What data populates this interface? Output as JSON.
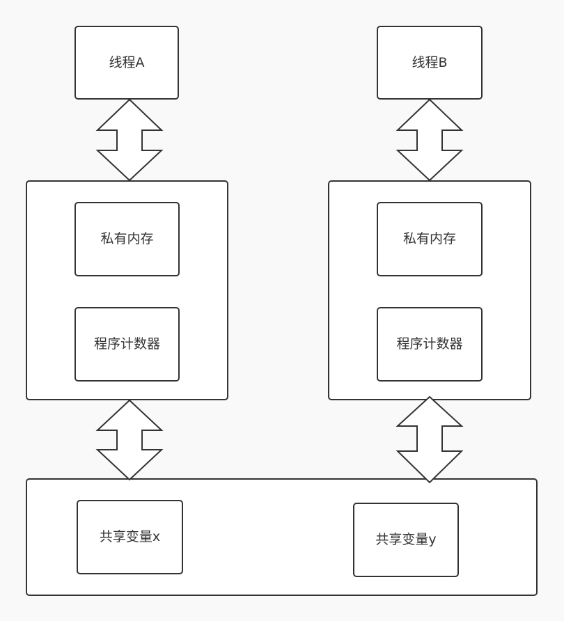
{
  "diagram": {
    "thread_a": {
      "title": "线程A",
      "private_memory": "私有内存",
      "program_counter": "程序计数器"
    },
    "thread_b": {
      "title": "线程B",
      "private_memory": "私有内存",
      "program_counter": "程序计数器"
    },
    "shared_memory": {
      "var_x": "共享变量x",
      "var_y": "共享变量y"
    },
    "connectors": [
      "thread-a-to-container",
      "thread-b-to-container",
      "container-a-to-shared",
      "container-b-to-shared"
    ]
  },
  "colors": {
    "background": "#f9f9f9",
    "stroke": "#333333",
    "fill": "#ffffff",
    "text": "#333333"
  }
}
